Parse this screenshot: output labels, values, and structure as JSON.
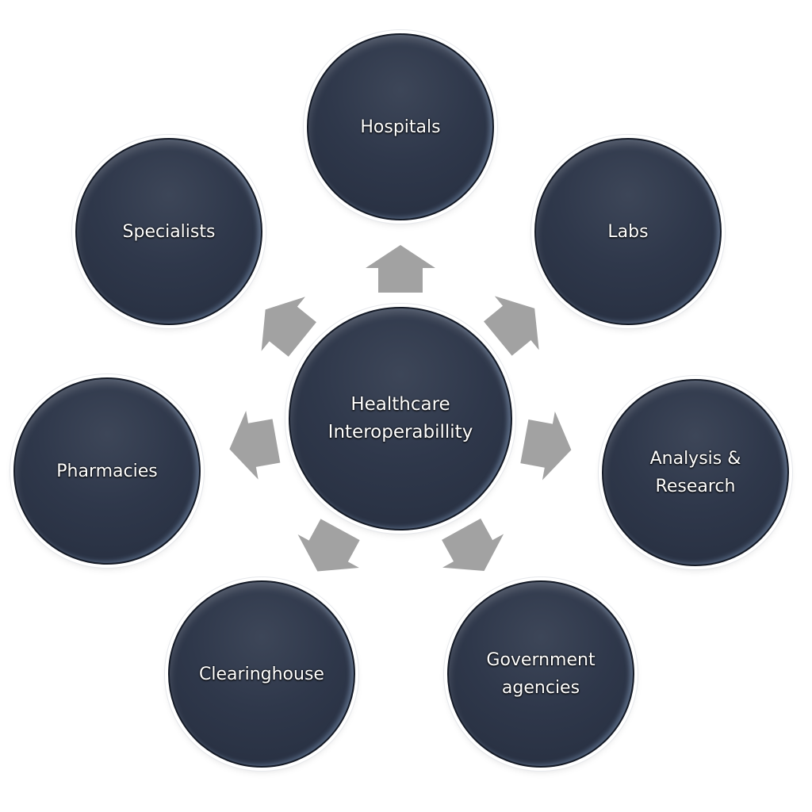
{
  "center": {
    "label": "Healthcare\nInteroperabillity"
  },
  "nodes": [
    {
      "id": "hospitals",
      "label": "Hospitals"
    },
    {
      "id": "labs",
      "label": "Labs"
    },
    {
      "id": "analysis",
      "label": "Analysis &\nResearch"
    },
    {
      "id": "government",
      "label": "Government\nagencies"
    },
    {
      "id": "clearinghouse",
      "label": "Clearinghouse"
    },
    {
      "id": "pharmacies",
      "label": "Pharmacies"
    },
    {
      "id": "specialists",
      "label": "Specialists"
    }
  ],
  "colors": {
    "node": "#2f384b",
    "arrow": "#a2a2a2",
    "text": "#ffffff"
  }
}
